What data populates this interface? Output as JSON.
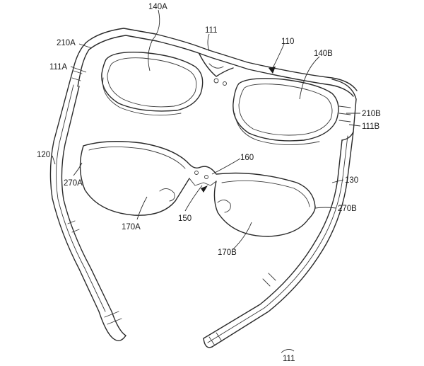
{
  "figure": {
    "labels": {
      "l140A": "140A",
      "l111_top": "111",
      "l210A": "210A",
      "l110": "110",
      "l140B": "140B",
      "l111A": "111A",
      "l210B": "210B",
      "l111B": "111B",
      "l120": "120",
      "l160": "160",
      "l270A": "270A",
      "l130": "130",
      "l170A": "170A",
      "l270B": "270B",
      "l150": "150",
      "l170B": "170B",
      "l111_bottom": "111"
    }
  }
}
